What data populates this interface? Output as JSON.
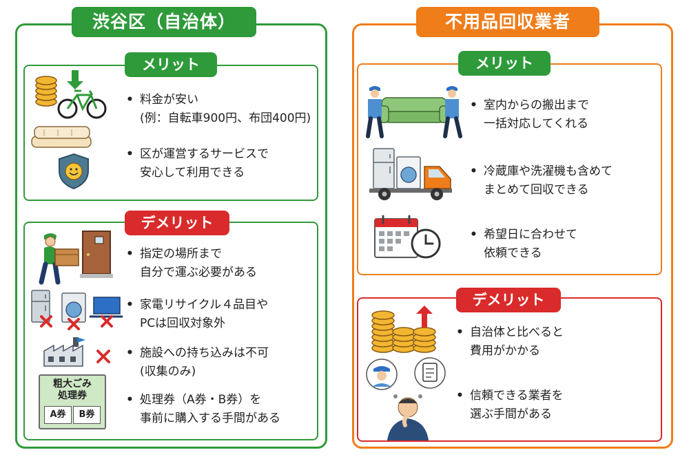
{
  "left": {
    "title": "渋谷区（自治体）",
    "merit": {
      "label": "メリット",
      "items": [
        {
          "lines": [
            "料金が安い",
            "(例：自転車900円、布団400円)"
          ]
        },
        {
          "lines": [
            "区が運営するサービスで",
            "安心して利用できる"
          ]
        }
      ]
    },
    "demerit": {
      "label": "デメリット",
      "items": [
        {
          "lines": [
            "指定の場所まで",
            "自分で運ぶ必要がある"
          ]
        },
        {
          "lines": [
            "家電リサイクル４品目や",
            "PCは回収対象外"
          ]
        },
        {
          "lines": [
            "施設への持ち込みは不可",
            "(収集のみ)"
          ]
        },
        {
          "lines": [
            "処理券（A券・B券）を",
            "事前に購入する手間がある"
          ]
        }
      ]
    },
    "ticket": {
      "title": "粗大ごみ",
      "subtitle": "処理券",
      "a": "A券",
      "b": "B券"
    }
  },
  "right": {
    "title": "不用品回収業者",
    "merit": {
      "label": "メリット",
      "items": [
        {
          "lines": [
            "室内からの搬出まで",
            "一括対応してくれる"
          ]
        },
        {
          "lines": [
            "冷蔵庫や洗濯機も含めて",
            "まとめて回収できる"
          ]
        },
        {
          "lines": [
            "希望日に合わせて",
            "依頼できる"
          ]
        }
      ]
    },
    "demerit": {
      "label": "デメリット",
      "items": [
        {
          "lines": [
            "自治体と比べると",
            "費用がかかる"
          ]
        },
        {
          "lines": [
            "信頼できる業者を",
            "選ぶ手間がある"
          ]
        }
      ]
    }
  },
  "colors": {
    "green": "#2f9a3a",
    "orange": "#ef7d1a",
    "red": "#d92b2b"
  },
  "icons": [
    "coins-icon",
    "bicycle-icon",
    "futon-icon",
    "shield-smile-icon",
    "person-carrying-box-icon",
    "door-icon",
    "appliances-crossed-icon",
    "factory-crossed-icon",
    "ticket-icon",
    "movers-sofa-icon",
    "truck-appliances-icon",
    "calendar-clock-icon",
    "coins-arrow-up-icon",
    "thinking-person-icon"
  ]
}
